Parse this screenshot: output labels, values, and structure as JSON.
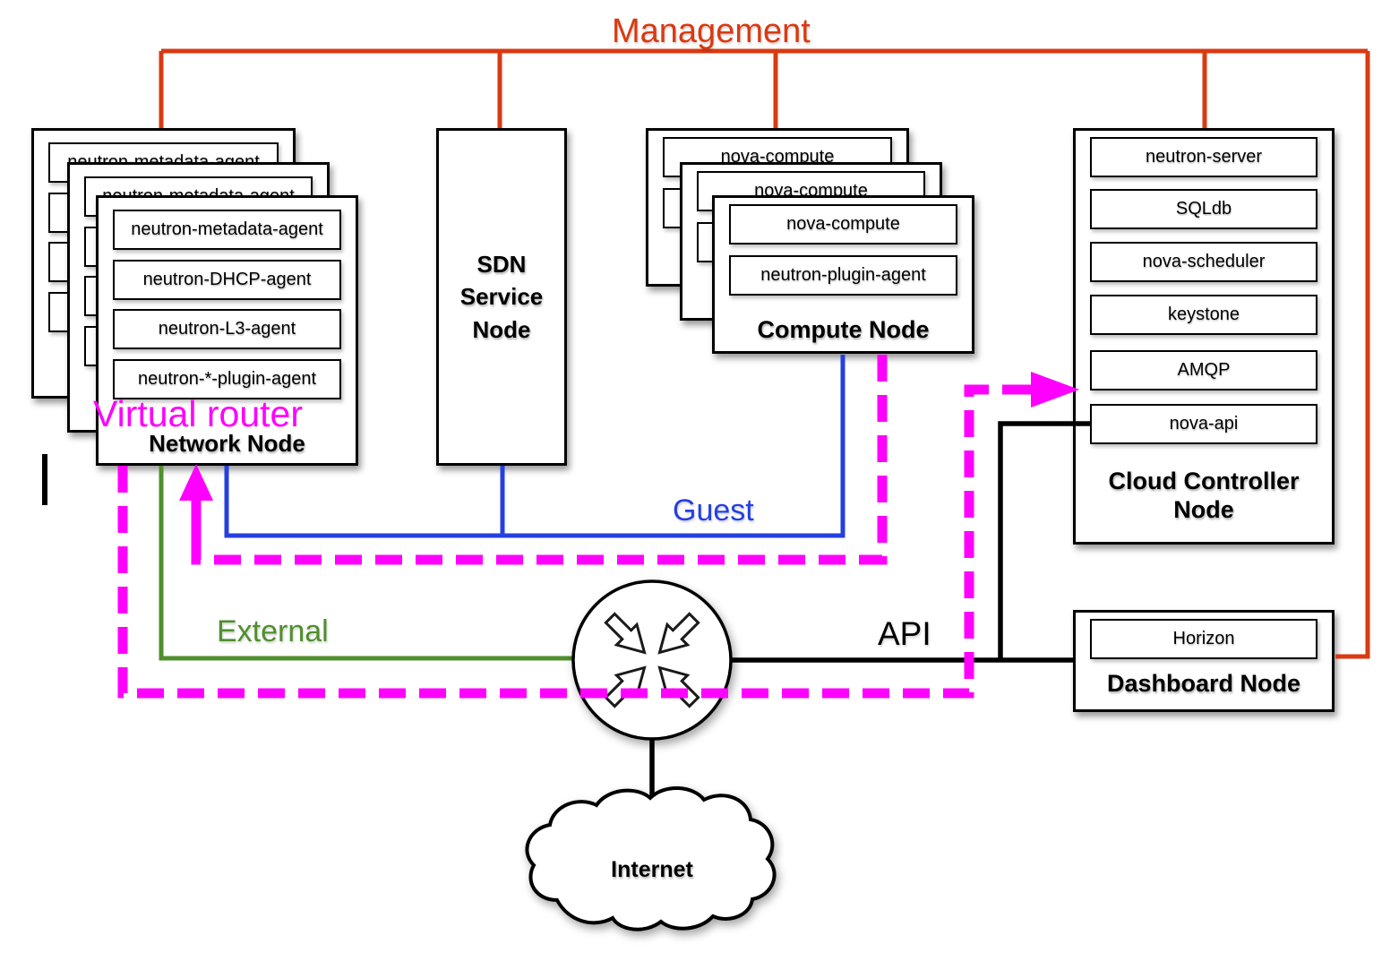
{
  "labels": {
    "management": "Management",
    "guest": "Guest",
    "external": "External",
    "api": "API",
    "virtual_router": "Virtual router",
    "internet": "Internet"
  },
  "nodes": {
    "network": {
      "title": "Network Node",
      "stacked_copies": 3,
      "services": [
        "neutron-metadata-agent",
        "neutron-DHCP-agent",
        "neutron-L3-agent",
        "neutron-*-plugin-agent"
      ]
    },
    "sdn": {
      "title": "SDN Service Node"
    },
    "compute": {
      "title": "Compute Node",
      "stacked_copies": 3,
      "services": [
        "nova-compute",
        "neutron-plugin-agent"
      ]
    },
    "cloud_controller": {
      "title": "Cloud Controller Node",
      "services": [
        "neutron-server",
        "SQLdb",
        "nova-scheduler",
        "keystone",
        "AMQP",
        "nova-api"
      ]
    },
    "dashboard": {
      "title": "Dashboard Node",
      "services": [
        "Horizon"
      ]
    }
  },
  "colors": {
    "management": "#D93A12",
    "guest": "#2540DF",
    "external": "#4F8F2D",
    "api": "#000000",
    "virtual_router": "#FF00FF"
  }
}
